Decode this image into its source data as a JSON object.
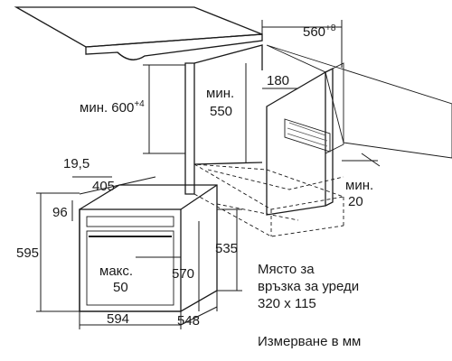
{
  "dimensions": {
    "cabinet_width": "560",
    "cabinet_width_tolerance": "+8",
    "min_height_label": "мин. 600",
    "min_height_tolerance": "+4",
    "min_depth": "мин.\n550",
    "back_gap": "180",
    "min_front_line": "мин.\n20",
    "panel_offset": "19,5",
    "top_depth": "405",
    "top_height": "96",
    "oven_height": "595",
    "front_height": "535",
    "handle_max": "макс.\n50",
    "inner_height": "570",
    "oven_width": "594",
    "oven_depth": "548"
  },
  "notes": {
    "connection": "Място за\nвръзка за уреди\n320 x 115",
    "units": "Измерване в мм"
  },
  "colors": {
    "countertop": "#e4e4e4",
    "wall": "#d6d6d6",
    "line": "#1a1a1a"
  }
}
